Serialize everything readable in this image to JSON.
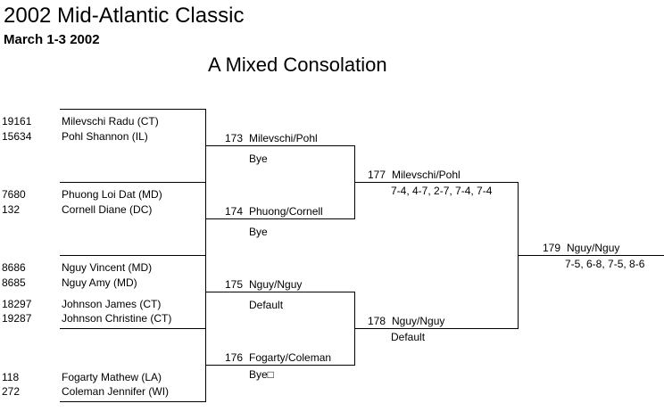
{
  "header": {
    "title": "2002 Mid-Atlantic Classic",
    "dates": "March 1-3 2002",
    "draw_name": "A Mixed Consolation"
  },
  "players": [
    {
      "seed": "19161",
      "name": "Milevschi Radu (CT)"
    },
    {
      "seed": "15634",
      "name": "Pohl Shannon (IL)"
    },
    {
      "seed": "7680",
      "name": "Phuong Loi Dat (MD)"
    },
    {
      "seed": "132",
      "name": "Cornell Diane (DC)"
    },
    {
      "seed": "8686",
      "name": "Nguy Vincent (MD)"
    },
    {
      "seed": "8685",
      "name": "Nguy Amy (MD)"
    },
    {
      "seed": "18297",
      "name": "Johnson James (CT)"
    },
    {
      "seed": "19287",
      "name": "Johnson Christine (CT)"
    },
    {
      "seed": "118",
      "name": "Fogarty Mathew (LA)"
    },
    {
      "seed": "272",
      "name": "Coleman Jennifer (WI)"
    }
  ],
  "round2": [
    {
      "match": "173",
      "winner": "Milevschi/Pohl",
      "result": "Bye"
    },
    {
      "match": "174",
      "winner": "Phuong/Cornell",
      "result": "Bye"
    },
    {
      "match": "175",
      "winner": "Nguy/Nguy",
      "result": "Default"
    },
    {
      "match": "176",
      "winner": "Fogarty/Coleman",
      "result": "Bye□"
    }
  ],
  "round3": [
    {
      "match": "177",
      "winner": "Milevschi/Pohl",
      "result": "7-4, 4-7, 2-7, 7-4, 7-4"
    },
    {
      "match": "178",
      "winner": "Nguy/Nguy",
      "result": "Default"
    }
  ],
  "final": {
    "match": "179",
    "winner": "Nguy/Nguy",
    "result": "7-5, 6-8, 7-5, 8-6"
  }
}
